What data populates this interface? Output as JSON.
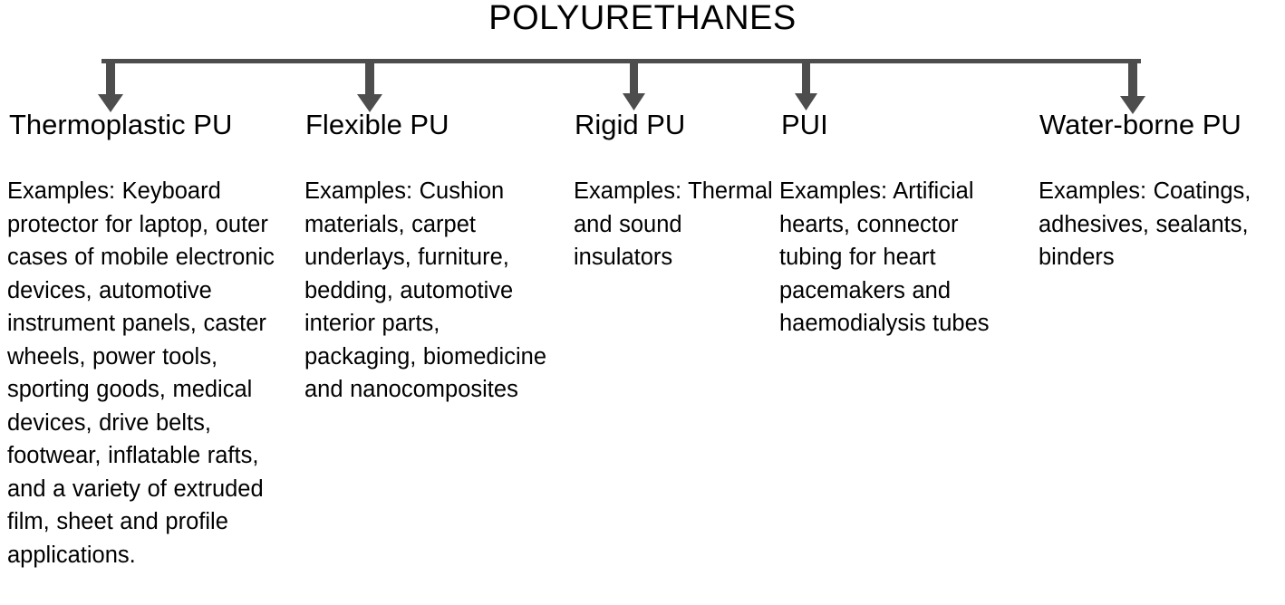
{
  "title": "POLYURETHANES",
  "colors": {
    "text": "#000000",
    "connector": "#4d4d4d",
    "arrow": "#4d4d4d",
    "background": "#ffffff"
  },
  "connector": {
    "bar_label": "horizontal-connector-bar",
    "arrow_count": 5
  },
  "branches": [
    {
      "heading": "Thermoplastic PU",
      "examples": "Examples: Keyboard protector for laptop, outer cases of mobile electronic devices, automotive instrument panels, caster wheels, power tools, sporting goods, medical devices, drive belts, footwear, inflatable rafts, and a variety of extruded film, sheet and profile applications."
    },
    {
      "heading": "Flexible PU",
      "examples": "Examples: Cushion materials, carpet underlays, furniture, bedding, automotive interior parts, packaging, biomedicine and nanocomposites"
    },
    {
      "heading": "Rigid PU",
      "examples": "Examples: Thermal and sound insulators"
    },
    {
      "heading": "PUI",
      "examples": "Examples: Artificial hearts, connector tubing for heart pacemakers and haemodialysis tubes"
    },
    {
      "heading": "Water-borne PU",
      "examples": "Examples: Coatings, adhesives, sealants, binders"
    }
  ]
}
